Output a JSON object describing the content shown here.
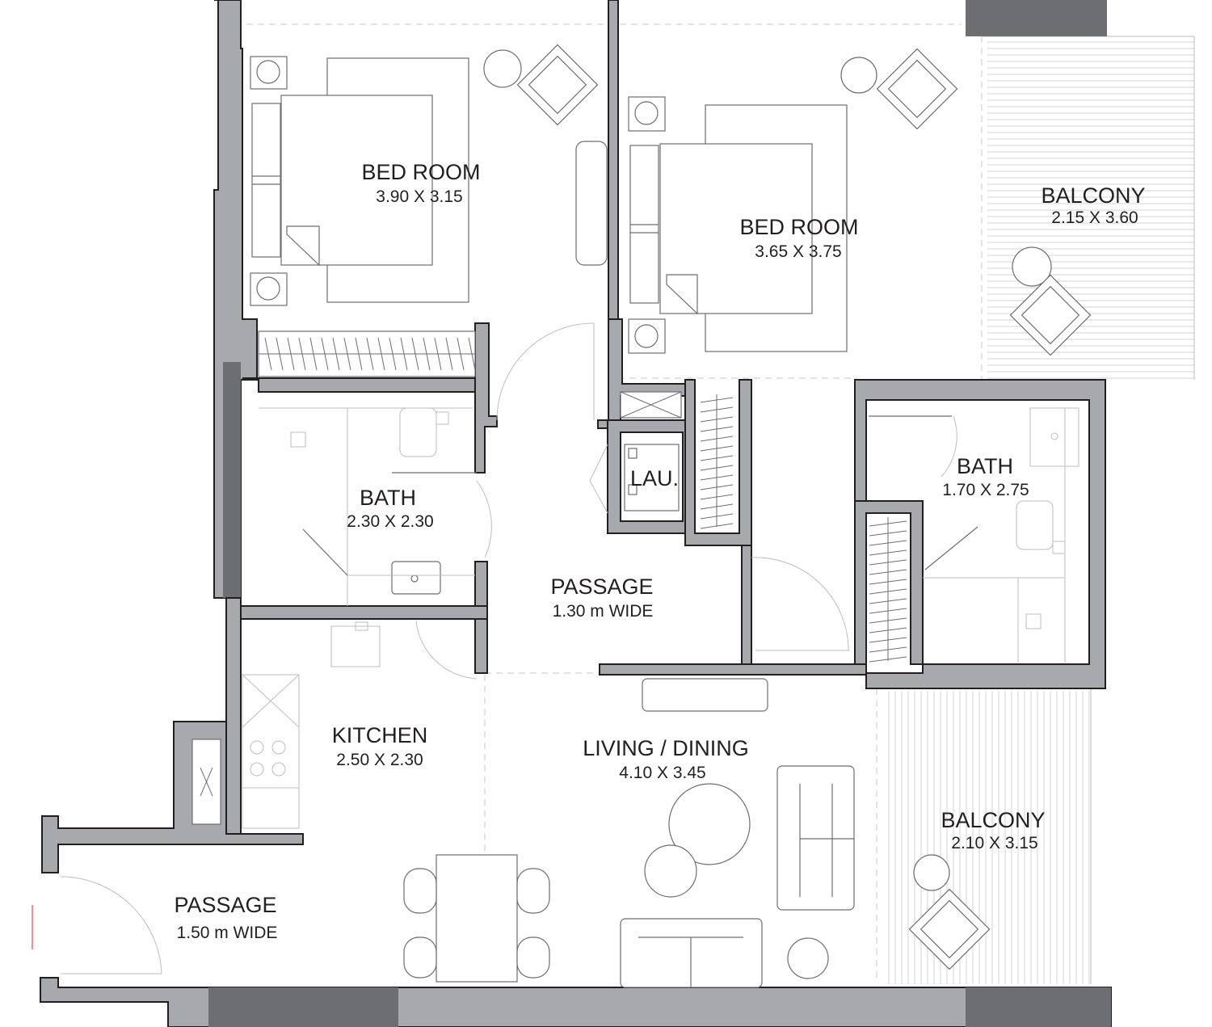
{
  "rooms": {
    "bedroom_1": {
      "name": "BED ROOM",
      "dims": "3.90 X 3.15"
    },
    "bedroom_2": {
      "name": "BED ROOM",
      "dims": "3.65 X 3.75"
    },
    "balcony_1": {
      "name": "BALCONY",
      "dims": "2.15 X 3.60"
    },
    "bath_1": {
      "name": "BATH",
      "dims": "2.30 X 2.30"
    },
    "laundry": {
      "name": "LAU."
    },
    "bath_2": {
      "name": "BATH",
      "dims": "1.70 X 2.75"
    },
    "passage_1": {
      "name": "PASSAGE",
      "dims": "1.30 m WIDE"
    },
    "kitchen": {
      "name": "KITCHEN",
      "dims": "2.50 X 2.30"
    },
    "living": {
      "name": "LIVING / DINING",
      "dims": "4.10 X 3.45"
    },
    "balcony_2": {
      "name": "BALCONY",
      "dims": "2.10 X 3.15"
    },
    "passage_2": {
      "name": "PASSAGE",
      "dims": "1.50 m WIDE"
    }
  },
  "colors": {
    "wall": "#a7a9ac",
    "wall_dark": "#6d6e71",
    "outline": "#231f20",
    "furniture": "#6d6e71"
  }
}
